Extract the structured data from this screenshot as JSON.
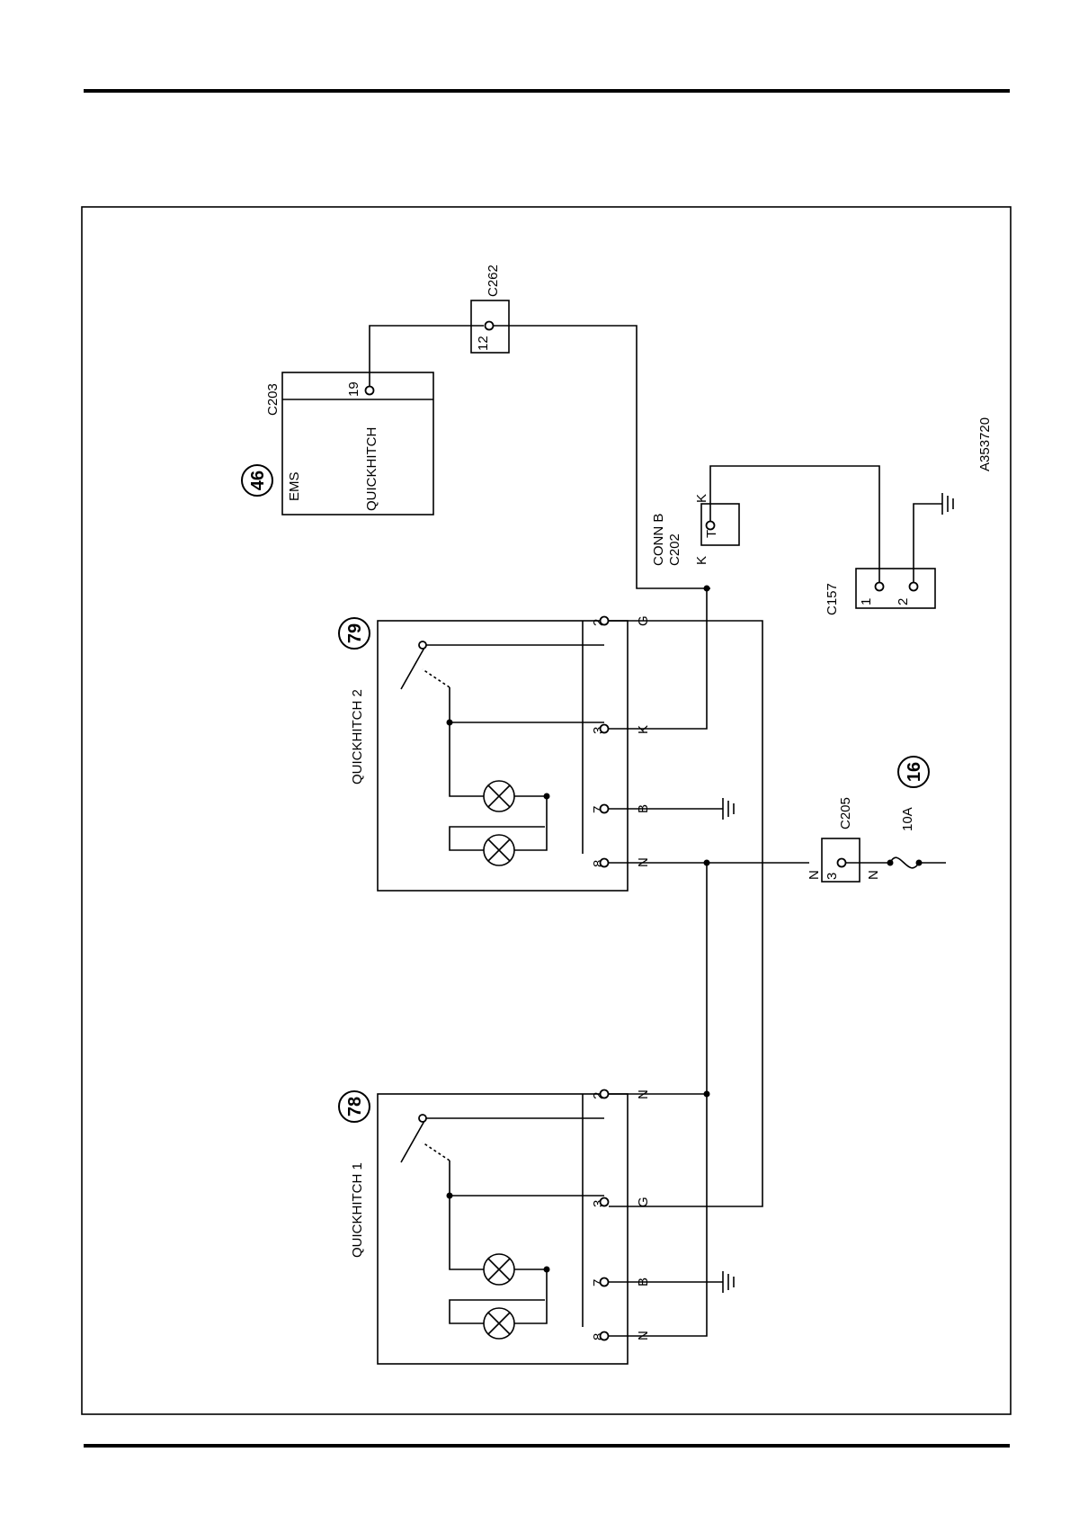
{
  "diagram_id": "A353720",
  "components": {
    "ems": {
      "badge": "46",
      "title": "EMS",
      "function": "QUICKHITCH",
      "connector": "C203",
      "pin": "19"
    },
    "qh2": {
      "badge": "79",
      "title": "QUICKHITCH 2",
      "pins": [
        "2",
        "3",
        "7",
        "8"
      ],
      "wires": [
        "G",
        "K",
        "B",
        "N"
      ]
    },
    "qh1": {
      "badge": "78",
      "title": "QUICKHITCH 1",
      "pins": [
        "2",
        "3",
        "7",
        "8"
      ],
      "wires": [
        "N",
        "G",
        "B",
        "N"
      ]
    },
    "fuse": {
      "badge": "16",
      "rating": "10A"
    }
  },
  "connectors": {
    "c262": {
      "name": "C262",
      "pin": "12"
    },
    "c202": {
      "name": "C202",
      "label": "CONN B",
      "pin": "T",
      "wire_left": "K",
      "wire_right": "K"
    },
    "c157": {
      "name": "C157",
      "pins": [
        "1",
        "2"
      ]
    },
    "c205": {
      "name": "C205",
      "pin": "3",
      "wire_left": "N",
      "wire_right": "N"
    }
  }
}
